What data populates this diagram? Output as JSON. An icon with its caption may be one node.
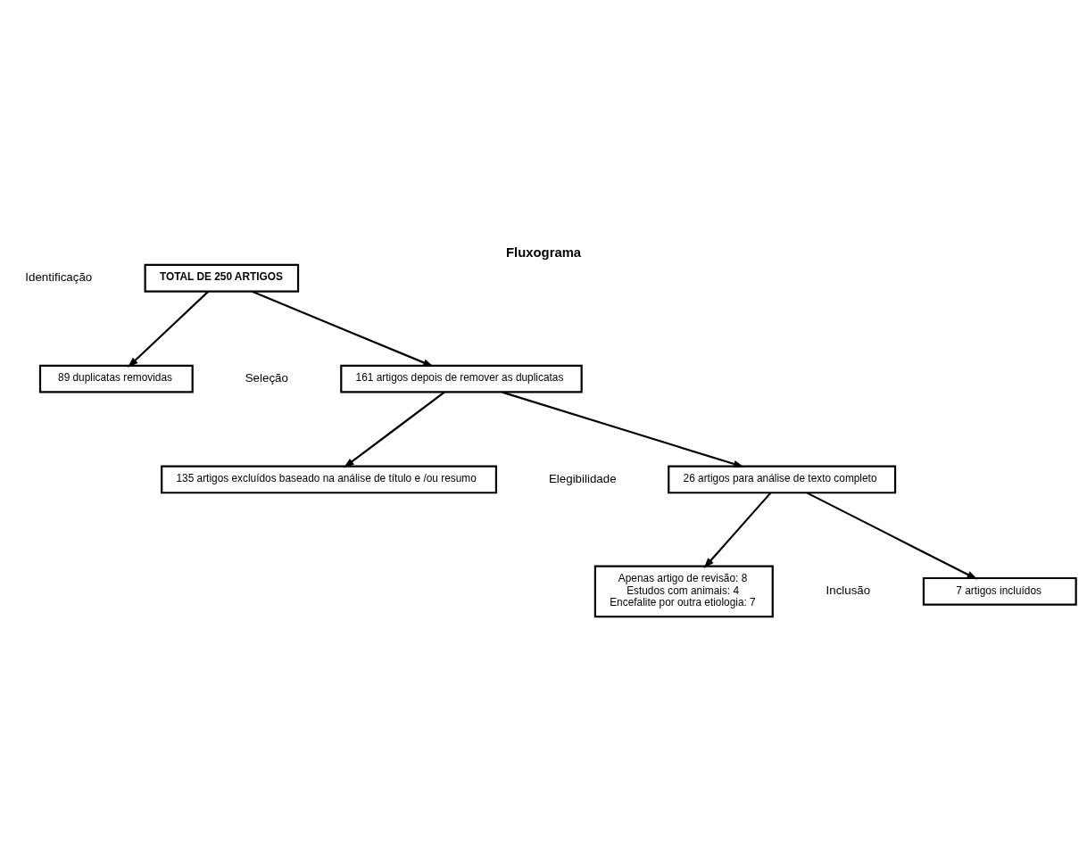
{
  "diagram": {
    "title": "Fluxograma",
    "nodes": [
      {
        "text": [
          "TOTAL DE 250 ARTIGOS"
        ]
      },
      {
        "text": [
          "89 duplicatas removidas"
        ]
      },
      {
        "text": [
          "161 artigos depois de remover as duplicatas"
        ]
      },
      {
        "text": [
          "135 artigos excluídos baseado na análise de título e /ou resumo"
        ]
      },
      {
        "text": [
          "26 artigos para análise de texto completo"
        ]
      },
      {
        "text": [
          "Apenas artigo de revisão: 8",
          "Estudos com animais: 4",
          "Encefalite por outra etiologia: 7"
        ]
      },
      {
        "text": [
          "7 artigos incluídos"
        ]
      }
    ],
    "edges": [
      {
        "from": 0,
        "to": 1,
        "arrow": "to"
      },
      {
        "from": 0,
        "to": 2,
        "arrow": "to"
      },
      {
        "from": 2,
        "to": 3,
        "arrow": "to"
      },
      {
        "from": 2,
        "to": 4,
        "arrow": "to"
      },
      {
        "from": 4,
        "to": 5,
        "arrow": "to"
      },
      {
        "from": 4,
        "to": 6,
        "arrow": "to"
      }
    ],
    "labels": [
      "Identificação",
      "Seleção",
      "Elegibilidade",
      "Inclusão"
    ]
  }
}
